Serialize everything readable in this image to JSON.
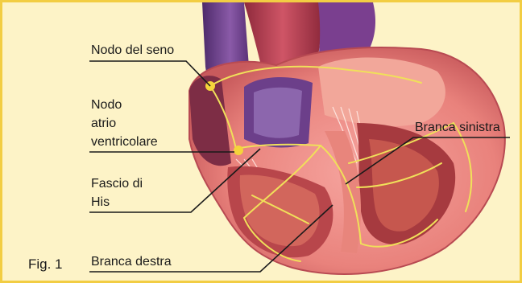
{
  "figure": {
    "caption": "Fig. 1",
    "labels": {
      "nodo_seno": "Nodo del seno",
      "nodo_av_line1": "Nodo",
      "nodo_av_line2": "atrio",
      "nodo_av_line3": "ventricolare",
      "fascio_line1": "Fascio di",
      "fascio_line2": "His",
      "branca_sinistra": "Branca sinistra",
      "branca_destra": "Branca destra"
    }
  },
  "colors": {
    "frame_border": "#f2cd43",
    "background": "#fdf3c7",
    "muscle": "#e9827c",
    "muscle_dark": "#a8333b",
    "vessel_purple": "#6a3d86",
    "aorta": "#b13a4d",
    "conduction_path": "#f0e05a",
    "leader_line": "#1a1a1a"
  }
}
